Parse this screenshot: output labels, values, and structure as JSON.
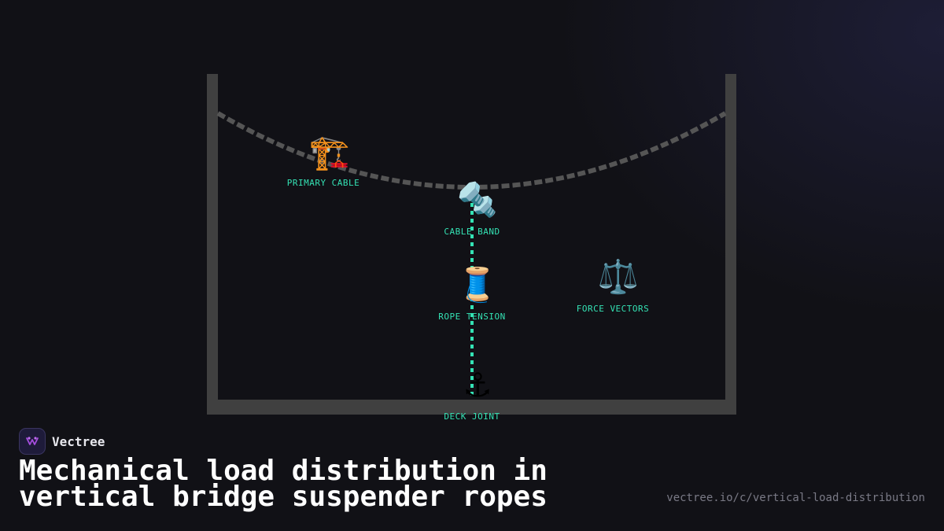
{
  "diagram": {
    "nodes": [
      {
        "id": "primary-cable",
        "icon": "🏗️",
        "icon_name": "crane-icon",
        "label": "PRIMARY CABLE"
      },
      {
        "id": "cable-band",
        "icon": "🔩",
        "icon_name": "nut-bolt-icon",
        "label": "CABLE BAND"
      },
      {
        "id": "rope-tension",
        "icon": "🧵",
        "icon_name": "thread-spool-icon",
        "label": "ROPE TENSION"
      },
      {
        "id": "force-vectors",
        "icon": "⚖️",
        "icon_name": "balance-scale-icon",
        "label": "FORCE VECTORS"
      },
      {
        "id": "deck-joint",
        "icon": "⚓",
        "icon_name": "anchor-icon",
        "label": "DECK JOINT"
      }
    ],
    "colors": {
      "label": "#34e2b4",
      "rope": "#34e2b4",
      "cable": "#555555",
      "frame": "#404040"
    }
  },
  "footer": {
    "brand_name": "Vectree",
    "title": "Mechanical load distribution in vertical bridge suspender ropes",
    "url": "vectree.io/c/vertical-load-distribution"
  }
}
